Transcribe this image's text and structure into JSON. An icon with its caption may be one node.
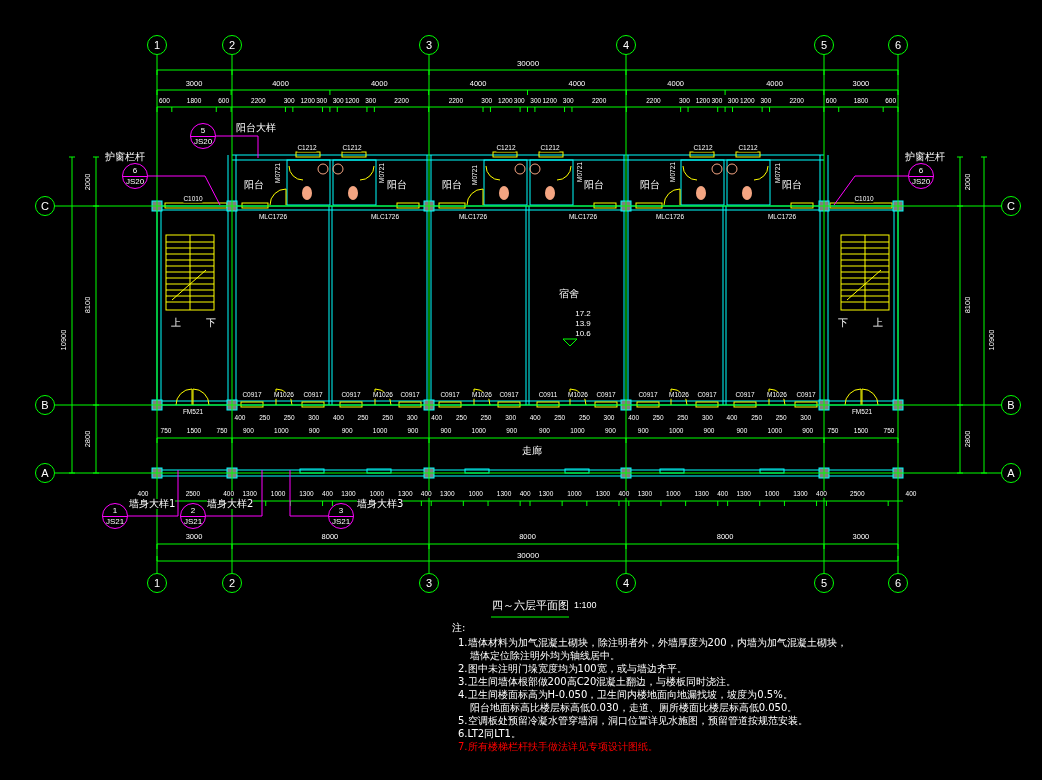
{
  "diagram": {
    "title": "四～六层平面图",
    "nodes": [
      {
        "text": [
          "1"
        ]
      },
      {
        "text": [
          "2"
        ]
      },
      {
        "text": [
          "3"
        ]
      },
      {
        "text": [
          "4"
        ]
      },
      {
        "text": [
          "5"
        ]
      },
      {
        "text": [
          "6"
        ]
      },
      {
        "text": [
          "C"
        ]
      },
      {
        "text": [
          "B"
        ]
      },
      {
        "text": [
          "A"
        ]
      },
      {
        "text": [
          "C"
        ]
      },
      {
        "text": [
          "B"
        ]
      },
      {
        "text": [
          "A"
        ]
      },
      {
        "text": [
          "1"
        ]
      },
      {
        "text": [
          "2"
        ]
      },
      {
        "text": [
          "3"
        ]
      },
      {
        "text": [
          "4"
        ]
      },
      {
        "text": [
          "5"
        ]
      },
      {
        "text": [
          "6"
        ]
      },
      {
        "text": [
          "5",
          "JS20"
        ],
        "beside": [
          "阳台大样"
        ]
      },
      {
        "text": [
          "6",
          "JS20"
        ],
        "beside": [
          "护窗栏杆"
        ]
      },
      {
        "text": [
          "6",
          "JS20"
        ],
        "beside": [
          "护窗栏杆"
        ]
      },
      {
        "text": [
          "1",
          "JS21"
        ],
        "beside": [
          "墙身大样1"
        ]
      },
      {
        "text": [
          "2",
          "JS21"
        ],
        "beside": [
          "墙身大样2"
        ]
      },
      {
        "text": [
          "3",
          "JS21"
        ],
        "beside": [
          "墙身大样3"
        ]
      }
    ],
    "edges": [
      {
        "from": 0,
        "to": 12,
        "arrow": "none"
      },
      {
        "from": 1,
        "to": 13,
        "arrow": "none"
      },
      {
        "from": 2,
        "to": 14,
        "arrow": "none"
      },
      {
        "from": 3,
        "to": 15,
        "arrow": "none"
      },
      {
        "from": 4,
        "to": 16,
        "arrow": "none"
      },
      {
        "from": 5,
        "to": 17,
        "arrow": "none"
      },
      {
        "from": 6,
        "to": 9,
        "arrow": "none"
      },
      {
        "from": 7,
        "to": 10,
        "arrow": "none"
      },
      {
        "from": 8,
        "to": 11,
        "arrow": "none"
      },
      {
        "from": 18,
        "to": null,
        "arrow": "none",
        "color": "#ff00ff"
      },
      {
        "from": 19,
        "to": null,
        "arrow": "none",
        "color": "#ff00ff"
      },
      {
        "from": 20,
        "to": null,
        "arrow": "none",
        "color": "#ff00ff"
      },
      {
        "from": 21,
        "to": null,
        "arrow": "none",
        "color": "#ff00ff"
      },
      {
        "from": 22,
        "to": null,
        "arrow": "none",
        "color": "#ff00ff"
      },
      {
        "from": 23,
        "to": null,
        "arrow": "none",
        "color": "#ff00ff"
      }
    ],
    "labels": [
      "30000",
      "3000",
      "4000",
      "4000",
      "4000",
      "4000",
      "4000",
      "4000",
      "3000",
      "600",
      "1800",
      "600",
      "2200",
      "300",
      "1200",
      "300",
      "300",
      "1200",
      "300",
      "2200",
      "2200",
      "300",
      "1200",
      "300",
      "300",
      "1200",
      "300",
      "2200",
      "2200",
      "300",
      "1200",
      "300",
      "300",
      "1200",
      "300",
      "2200",
      "600",
      "1800",
      "600",
      "C1212",
      "C1212",
      "C1212",
      "C1212",
      "C1212",
      "C1212",
      "M0721",
      "M0721",
      "M0721",
      "M0721",
      "M0721",
      "M0721",
      "阳台",
      "阳台",
      "阳台",
      "阳台",
      "阳台",
      "阳台",
      "C1010",
      "C1010",
      "MLC1726",
      "MLC1726",
      "MLC1726",
      "MLC1726",
      "MLC1726",
      "MLC1726",
      "2000",
      "8100",
      "2800",
      "10900",
      "2000",
      "8100",
      "2800",
      "10900",
      "宿舍",
      "17.2",
      "13.9",
      "10.6",
      "上",
      "下",
      "下",
      "上",
      "FM521",
      "C0917",
      "M1026",
      "C0917",
      "C0917",
      "M1026",
      "C0917",
      "C0917",
      "M1026",
      "C0917",
      "C0911",
      "M1026",
      "C0917",
      "C0917",
      "M1026",
      "C0917",
      "C0917",
      "M1026",
      "C0917",
      "FM521",
      "400",
      "250",
      "250",
      "300",
      "400",
      "250",
      "250",
      "300",
      "400",
      "250",
      "250",
      "300",
      "400",
      "250",
      "250",
      "300",
      "400",
      "250",
      "250",
      "300",
      "400",
      "250",
      "250",
      "300",
      "750",
      "1500",
      "750",
      "900",
      "1000",
      "900",
      "900",
      "1000",
      "900",
      "900",
      "1000",
      "900",
      "900",
      "1000",
      "900",
      "900",
      "1000",
      "900",
      "900",
      "1000",
      "900",
      "750",
      "1500",
      "750",
      "走廊",
      "400",
      "2500",
      "400",
      "1300",
      "1000",
      "1300",
      "400",
      "1300",
      "1000",
      "1300",
      "400",
      "1300",
      "1000",
      "1300",
      "400",
      "1300",
      "1000",
      "1300",
      "400",
      "1300",
      "1000",
      "1300",
      "400",
      "1300",
      "1000",
      "1300",
      "400",
      "2500",
      "400",
      "3000",
      "8000",
      "8000",
      "8000",
      "3000",
      "30000",
      "1:100",
      "注:",
      "1.墙体材料为加气混凝土砌块，除注明者外，外墙厚度为200，内墙为加气混凝土砌块，",
      "墙体定位除注明外均为轴线居中。",
      "2.图中未注明门垛宽度均为100宽，或与墙边齐平。",
      "3.卫生间墙体根部做200高C20混凝土翻边，与楼板同时浇注。",
      "4.卫生间楼面标高为H-0.050，卫生间内楼地面向地漏找坡，坡度为0.5%。",
      "阳台地面标高比楼层标高低0.030，走道、厕所楼面比楼层标高低0.050。",
      "5.空调板处预留冷凝水管穿墙洞，洞口位置详见水施图，预留管道按规范安装。",
      "6.LT2同LT1。",
      "7.所有楼梯栏杆扶手做法详见专项设计图纸。"
    ]
  }
}
